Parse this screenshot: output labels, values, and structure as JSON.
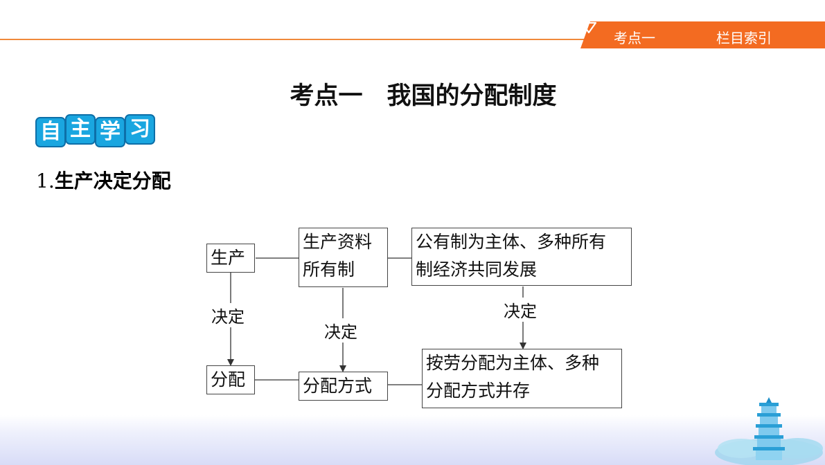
{
  "header": {
    "tab_kaodian": "考点一",
    "tab_index": "栏目索引",
    "accent_color": "#f36b21"
  },
  "page_title": "考点一　我国的分配制度",
  "badge": {
    "chars": [
      "自",
      "主",
      "学",
      "习"
    ],
    "color": "#1aa6e0"
  },
  "section": {
    "number": "1.",
    "title": "生产决定分配"
  },
  "diagram": {
    "nodes": {
      "production": "生产",
      "ownership_line1": "生产资料",
      "ownership_line2": "所有制",
      "economy_line1": "公有制为主体、多种所有",
      "economy_line2": "制经济共同发展",
      "distribution": "分配",
      "method": "分配方式",
      "system_line1": "按劳分配为主体、多种",
      "system_line2": "分配方式并存"
    },
    "edge_labels": {
      "decides_1": "决定",
      "decides_2": "决定",
      "decides_3": "决定"
    }
  }
}
